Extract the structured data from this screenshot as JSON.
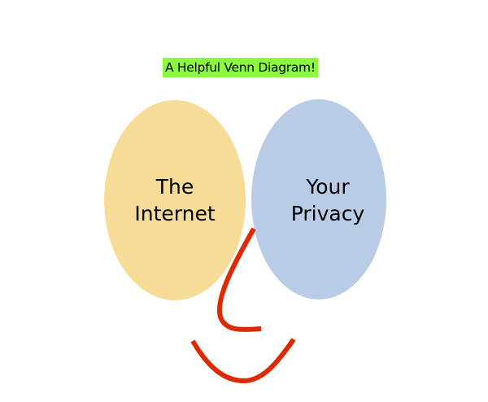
{
  "title": "A Helpful Venn Diagram!",
  "circles": [
    {
      "line1": "The",
      "line2": "Internet",
      "color": "#f6dc96"
    },
    {
      "line1": "Your",
      "line2": "Privacy",
      "color": "#b8cce6"
    }
  ],
  "face_color": "#dd2a00"
}
